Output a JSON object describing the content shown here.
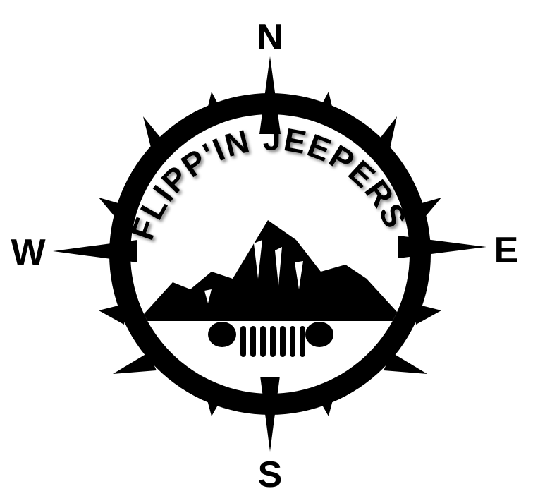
{
  "logo": {
    "title": "FLIPP'IN JEEPERS",
    "compass": {
      "north": "N",
      "south": "S",
      "east": "E",
      "west": "W"
    },
    "grille_slots": 7,
    "colors": {
      "ink": "#000000",
      "background": "#ffffff"
    }
  }
}
